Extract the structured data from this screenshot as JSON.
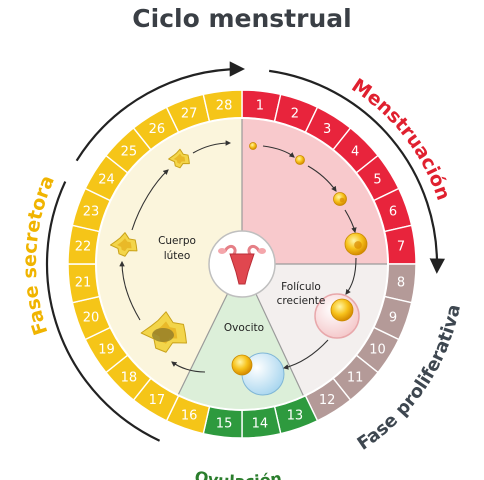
{
  "title": "Ciclo menstrual",
  "days": [
    "1",
    "2",
    "3",
    "4",
    "5",
    "6",
    "7",
    "8",
    "9",
    "10",
    "11",
    "12",
    "13",
    "14",
    "15",
    "16",
    "17",
    "18",
    "19",
    "20",
    "21",
    "22",
    "23",
    "24",
    "25",
    "26",
    "27",
    "28"
  ],
  "phase_labels": {
    "menstruacion": "Menstruación",
    "proliferativa": "Fase proliferativa",
    "ovulacion": "Ovulación",
    "secretora": "Fase secretora"
  },
  "inner_labels": {
    "cuerpo_luteo_1": "Cuerpo",
    "cuerpo_luteo_2": "lúteo",
    "foliculo_1": "Folículo",
    "foliculo_2": "creciente",
    "ovocito": "Ovocito"
  },
  "colors": {
    "menstruation_ring": "#e8243c",
    "menstruation_fill": "#f8c9cc",
    "proliferative_ring": "#b49a98",
    "proliferative_fill": "#f3efee",
    "ovulation_ring": "#2e9a3e",
    "ovulation_fill": "#dcefd9",
    "secretory_ring": "#f5c518",
    "secretory_fill": "#fbf5dc",
    "title": "#3a3f45",
    "menstruation_text": "#e0202f",
    "proliferative_text": "#3e4750",
    "ovulation_text": "#2a7d2c",
    "secretory_text": "#f0b400"
  },
  "icons": [
    "uterus-icon",
    "egg-cell-icon",
    "follicle-icon",
    "corpus-luteum-icon",
    "cycle-arrow-icon"
  ]
}
